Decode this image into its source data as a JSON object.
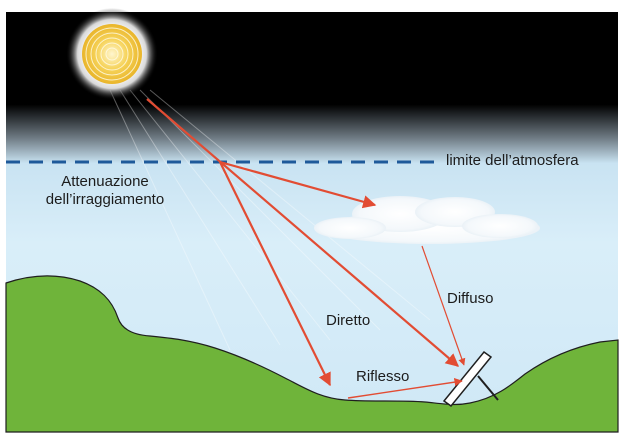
{
  "figure": {
    "caption_fragment": "",
    "colors": {
      "night_sky": "#000000",
      "sky_light": "#d7ecf8",
      "sky_mid": "#c5e2f3",
      "atmosphere_line": "#1e5a9a",
      "ray": "#e24c33",
      "ground": "#6fb43a",
      "ground_outline": "#1f1f1f",
      "sun_core": "#f2c23a",
      "cloud": "#ffffff"
    },
    "labels": {
      "atmosphere_limit": "limite dell’atmosfera",
      "attenuation_line1": "Attenuazione",
      "attenuation_line2": "dell’irraggiamento",
      "direct": "Diretto",
      "diffuse": "Diffuso",
      "reflected": "Riflesso"
    },
    "icons": {
      "sun": "sun-icon",
      "cloud": "cloud-icon",
      "panel": "solar-panel-icon"
    }
  }
}
